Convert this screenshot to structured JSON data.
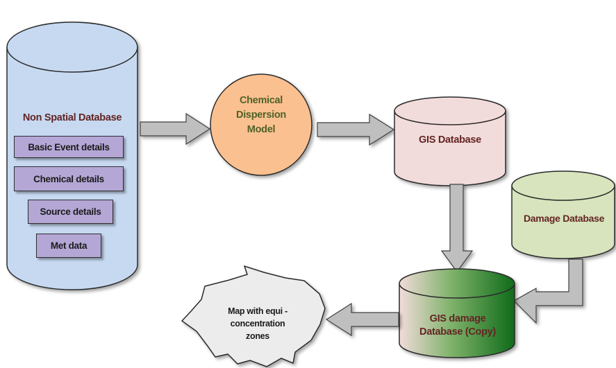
{
  "diagram": {
    "non_spatial_db": {
      "title": "Non Spatial Database",
      "items": [
        "Basic Event details",
        "Chemical details",
        "Source details",
        "Met data"
      ]
    },
    "dispersion_model": {
      "label_lines": [
        "Chemical",
        "Dispersion",
        "Model"
      ]
    },
    "gis_db": {
      "label": "GIS Database"
    },
    "damage_db": {
      "label": "Damage Database"
    },
    "gis_damage_db": {
      "label_lines": [
        "GIS damage",
        "Database (Copy)"
      ]
    },
    "map": {
      "label_lines": [
        "Map with equi -",
        "concentration",
        "zones"
      ]
    }
  },
  "colors": {
    "cylinder_blue": "#c6d9f1",
    "model_orange": "#fac090",
    "gis_pink": "#f2dcdb",
    "damage_green": "#d7e4bd",
    "gis_damage_green": "#1e7b1e",
    "item_purple": "#b4a7d6",
    "title_maroon": "#632523",
    "model_text": "#4f6228",
    "arrow_gray": "#bfbfbf"
  }
}
